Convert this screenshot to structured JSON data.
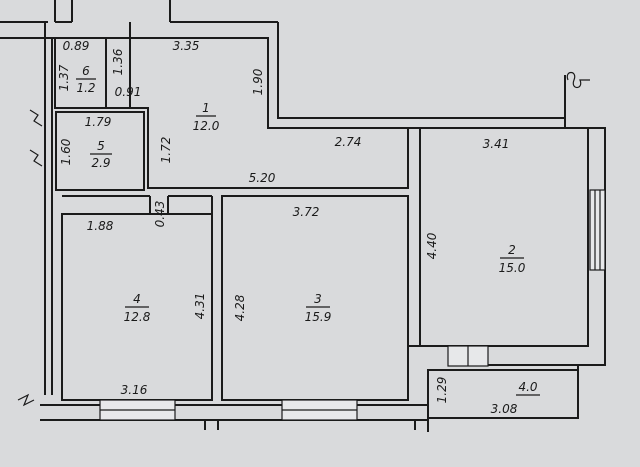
{
  "rooms": [
    {
      "number": "1",
      "area": "12.0"
    },
    {
      "number": "2",
      "area": "15.0"
    },
    {
      "number": "3",
      "area": "15.9"
    },
    {
      "number": "4",
      "area": "12.8"
    },
    {
      "number": "5",
      "area": "2.9"
    },
    {
      "number": "6",
      "area": "1.2"
    }
  ],
  "balcony_area": "4.0",
  "dimensions": {
    "d_089": "0.89",
    "d_136": "1.36",
    "d_335": "3.35",
    "d_137": "1.37",
    "d_091": "0.91",
    "d_190": "1.90",
    "d_179": "1.79",
    "d_172": "1.72",
    "d_160": "1.60",
    "d_274": "2.74",
    "d_341": "3.41",
    "d_520": "5.20",
    "d_043": "0.43",
    "d_188": "1.88",
    "d_372": "3.72",
    "d_440": "4.40",
    "d_431": "4.31",
    "d_428": "4.28",
    "d_316": "3.16",
    "d_129": "1.29",
    "d_308": "3.08"
  }
}
